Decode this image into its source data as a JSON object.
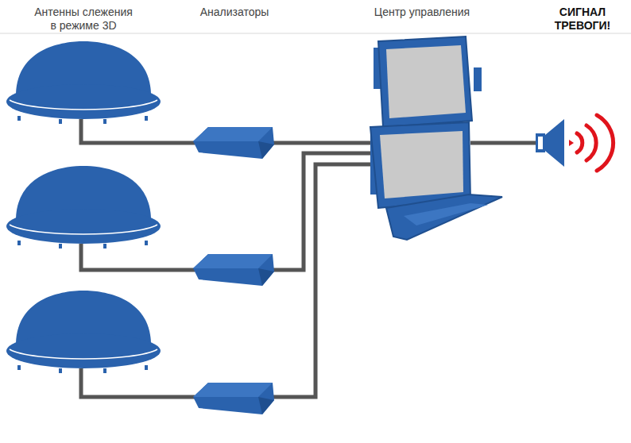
{
  "diagram": {
    "labels": [
      "Антенны слежения в режиме 3D",
      "Анализаторы",
      "Центр управления",
      "СИГНАЛ ТРЕВОГИ!"
    ]
  }
}
